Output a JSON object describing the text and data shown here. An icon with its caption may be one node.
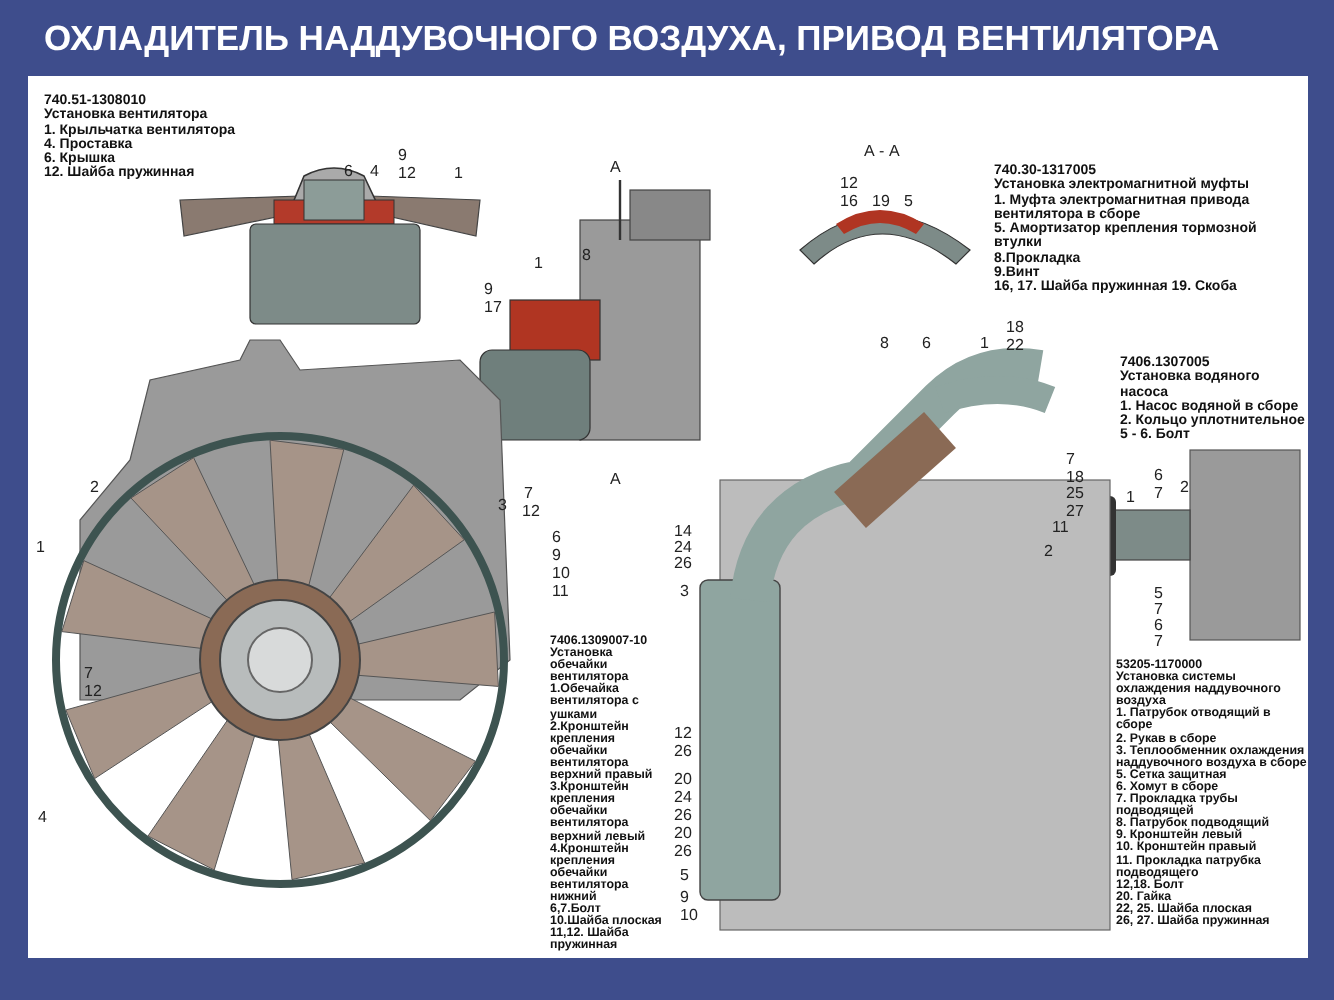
{
  "diagram": {
    "title": "ОХЛАДИТЕЛЬ НАДДУВОЧНОГО ВОЗДУХА, ПРИВОД ВЕНТИЛЯТОРА",
    "labels": [
      "740.51-1308010",
      "Установка вентилятора",
      "1. Крыльчатка вентилятора",
      "4. Проставка",
      "6. Крышка",
      "12. Шайба пружинная",
      "6",
      "4",
      "9",
      "12",
      "1",
      "А",
      "А - А",
      "12",
      "16",
      "19",
      "5",
      "740.30-1317005",
      "Установка электромагнитной муфты",
      "1. Муфта электромагнитная привода вентилятора в сборе",
      "5. Амортизатор крепления тормозной втулки",
      "8.Прокладка",
      "9.Винт",
      "16, 17. Шайба пружинная 19. Скоба",
      "1",
      "8",
      "9",
      "17",
      "А",
      "7406.1307005",
      "Установка водяного насоса",
      "1. Насос водяной в сборе",
      "2. Кольцо уплотнительное",
      "5 - 6. Болт",
      "6",
      "7",
      "2",
      "1",
      "5",
      "7",
      "6",
      "7",
      "8",
      "6",
      "1",
      "18",
      "22",
      "7",
      "18",
      "25",
      "27",
      "11",
      "2",
      "14",
      "24",
      "26",
      "3",
      "53205-1170000",
      "Установка системы охлаждения наддувочного воздуха",
      "1. Патрубок отводящий в сборе",
      "2. Рукав в сборе",
      "3. Теплообменник охлаждения наддувочного воздуха в сборе",
      "5. Сетка защитная",
      "6. Хомут в сборе",
      "7. Прокладка трубы подводящей",
      "8. Патрубок подводящий",
      "9. Кронштейн левый",
      "10. Кронштейн правый",
      "11. Прокладка патрубка подводящего",
      "12,18. Болт",
      "20. Гайка",
      "22, 25. Шайба плоская",
      "26, 27. Шайба пружинная",
      "2",
      "1",
      "3",
      "7",
      "12",
      "6",
      "9",
      "10",
      "11",
      "7",
      "12",
      "4",
      "7406.1309007-10",
      "Установка обечайки вентилятора",
      "1.Обечайка вентилятора с ушками",
      "2.Кронштейн крепления обечайки вентилятора верхний правый",
      "3.Кронштейн крепления обечайки вентилятора верхний левый",
      "4.Кронштейн крепления обечайки вентилятора нижний",
      "6,7.Болт",
      "10.Шайба плоская",
      "11,12. Шайба пружинная",
      "12",
      "26",
      "20",
      "24",
      "26",
      "20",
      "26",
      "5",
      "9",
      "10"
    ]
  }
}
